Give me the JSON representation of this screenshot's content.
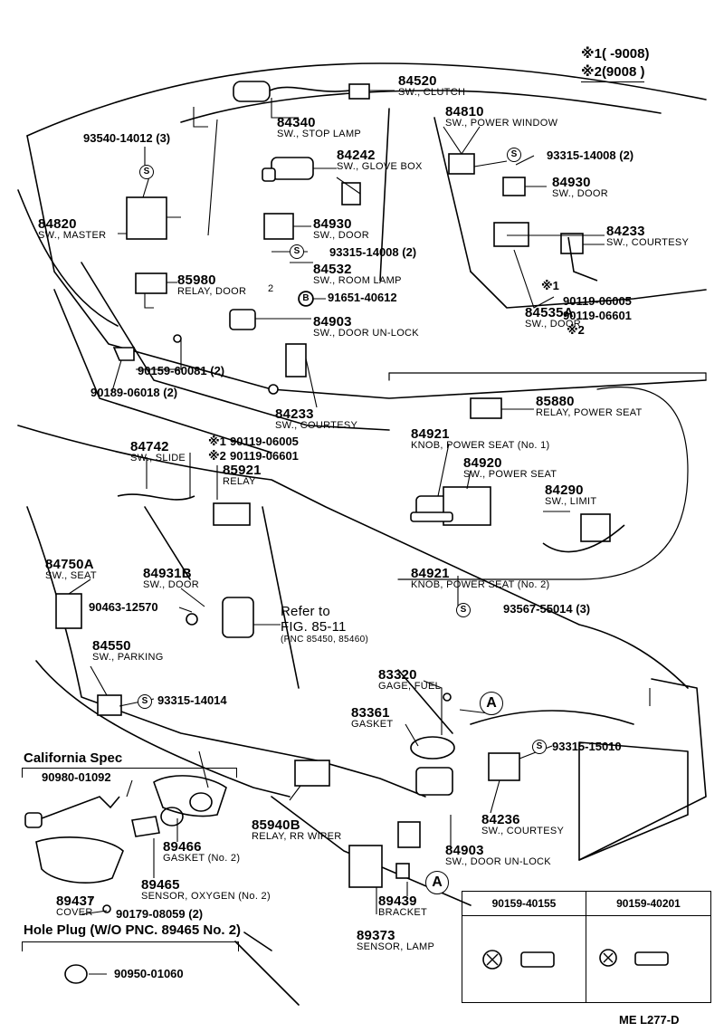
{
  "variants": {
    "v1_code": "※1",
    "v1_range": "(        -9008)",
    "v2_code": "※2",
    "v2_range": "(9008        )"
  },
  "parts": [
    {
      "num": "84520",
      "name": "SW., CLUTCH"
    },
    {
      "num": "84810",
      "name": "SW., POWER WINDOW"
    },
    {
      "num": "84340",
      "name": "SW., STOP LAMP"
    },
    {
      "num": "93540-14012 (3)"
    },
    {
      "num": "84242",
      "name": "SW., GLOVE BOX"
    },
    {
      "num": "93315-14008 (2)"
    },
    {
      "num": "84930",
      "name": "SW., DOOR"
    },
    {
      "num": "84820",
      "name": "SW., MASTER"
    },
    {
      "num": "84930",
      "name": "SW., DOOR"
    },
    {
      "num": "84233",
      "name": "SW., COURTESY"
    },
    {
      "num": "93315-14008 (2)"
    },
    {
      "num": "84532",
      "name": "SW., ROOM LAMP"
    },
    {
      "num": "85980",
      "name": "RELAY, DOOR"
    },
    {
      "num": "91651-40612"
    },
    {
      "num": "84535A",
      "name": "SW., DOOR"
    },
    {
      "num": "90119-06005"
    },
    {
      "num": "90119-06601"
    },
    {
      "num": "84903",
      "name": "SW., DOOR UN-LOCK"
    },
    {
      "num": "90159-60081 (2)"
    },
    {
      "num": "90189-06018 (2)"
    },
    {
      "num": "84233",
      "name": "SW., COURTESY"
    },
    {
      "num": "90119-06005"
    },
    {
      "num": "90119-06601"
    },
    {
      "num": "85880",
      "name": "RELAY, POWER SEAT"
    },
    {
      "num": "84921",
      "name": "KNOB, POWER SEAT (No. 1)"
    },
    {
      "num": "84742",
      "name": "SW., SLIDE"
    },
    {
      "num": "85921",
      "name": "RELAY"
    },
    {
      "num": "84920",
      "name": "SW., POWER SEAT"
    },
    {
      "num": "84290",
      "name": "SW., LIMIT"
    },
    {
      "num": "84750A",
      "name": "SW., SEAT"
    },
    {
      "num": "84931B",
      "name": "SW., DOOR"
    },
    {
      "num": "90463-12570"
    },
    {
      "num": "84921",
      "name": "KNOB, POWER SEAT (No. 2)"
    },
    {
      "num": "93567-55014 (3)"
    },
    {
      "num": "84550",
      "name": "SW., PARKING"
    },
    {
      "num": "93315-14014"
    },
    {
      "num": "83320",
      "name": "GAGE, FUEL"
    },
    {
      "num": "83361",
      "name": "GASKET"
    },
    {
      "num": "93315-15010"
    },
    {
      "num": "90980-01092"
    },
    {
      "num": "89466",
      "name": "GASKET (No. 2)"
    },
    {
      "num": "85940B",
      "name": "RELAY, RR WIPER"
    },
    {
      "num": "84236",
      "name": "SW., COURTESY"
    },
    {
      "num": "84903",
      "name": "SW., DOOR UN-LOCK"
    },
    {
      "num": "89465",
      "name": "SENSOR, OXYGEN (No. 2)"
    },
    {
      "num": "89437",
      "name": "COVER"
    },
    {
      "num": "90179-08059 (2)"
    },
    {
      "num": "89439",
      "name": "BRACKET"
    },
    {
      "num": "89373",
      "name": "SENSOR, LAMP"
    },
    {
      "num": "90950-01060"
    }
  ],
  "refer": {
    "line1": "Refer to",
    "line2": "FIG. 85-11",
    "line3": "(PNC 85450, 85460)"
  },
  "sections": {
    "california": "California Spec",
    "hole_plug": "Hole Plug (W/O PNC. 89465 No. 2)"
  },
  "markers": {
    "s": "S",
    "b": "B",
    "a": "A",
    "n1": "※1",
    "n2": "※2",
    "two": "2"
  },
  "legend": {
    "col1": "90159-40155",
    "col2": "90159-40201"
  },
  "footer": {
    "code": "ME  L277-D"
  }
}
